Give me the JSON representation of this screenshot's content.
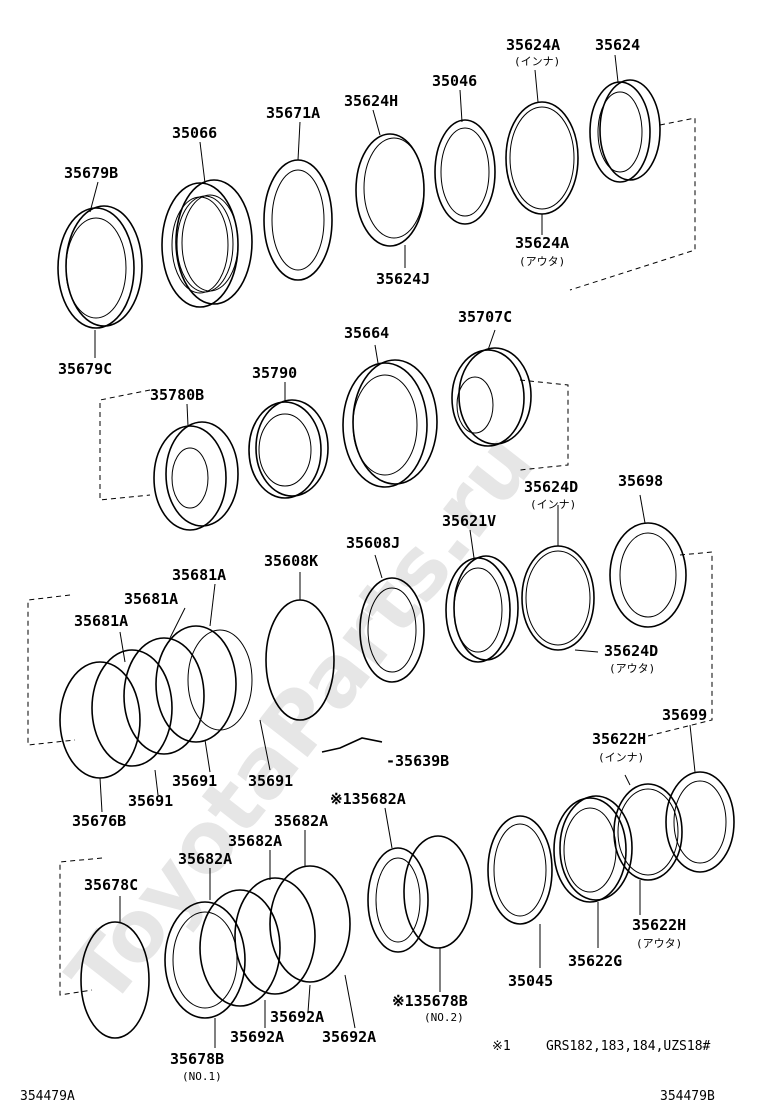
{
  "watermark": "ToyotaParts.ru",
  "labels": {
    "p35624A_top": "35624A",
    "p35624A_top_sub": "(インナ)",
    "p35624": "35624",
    "p35046": "35046",
    "p35624H": "35624H",
    "p35671A": "35671A",
    "p35066": "35066",
    "p35679B": "35679B",
    "p35624A_bot": "35624A",
    "p35624A_bot_sub": "(アウタ)",
    "p35624J": "35624J",
    "p35679C": "35679C",
    "p35664": "35664",
    "p35707C": "35707C",
    "p35790": "35790",
    "p35780B": "35780B",
    "p35624D_top": "35624D",
    "p35624D_top_sub": "(インナ)",
    "p35698": "35698",
    "p35621V": "35621V",
    "p35608J": "35608J",
    "p35608K": "35608K",
    "p35681A_1": "35681A",
    "p35681A_2": "35681A",
    "p35681A_3": "35681A",
    "p35624D_bot": "35624D",
    "p35624D_bot_sub": "(アウタ)",
    "p35699": "35699",
    "p35622H_top": "35622H",
    "p35622H_top_sub": "(インナ)",
    "p35639B": "-35639B",
    "p35691_a": "35691",
    "p35691_b": "35691",
    "p35691_c": "35691",
    "p35676B": "35676B",
    "p35682A_star": "※135682A",
    "p35682A_1": "35682A",
    "p35682A_2": "35682A",
    "p35682A_3": "35682A",
    "p35678C": "35678C",
    "p35622H_bot": "35622H",
    "p35622H_bot_sub": "(アウタ)",
    "p35622G": "35622G",
    "p35045": "35045",
    "p35678B_star": "※135678B",
    "p35678B_star_sub": "(NO.2)",
    "p35692A_1": "35692A",
    "p35692A_2": "35692A",
    "p35692A_3": "35692A",
    "p35678B": "35678B",
    "p35678B_sub": "(NO.1)"
  },
  "note": {
    "mark": "※1",
    "text": "GRS182,183,184,UZS18#"
  },
  "footer": {
    "left": "354479A",
    "right": "354479B"
  }
}
